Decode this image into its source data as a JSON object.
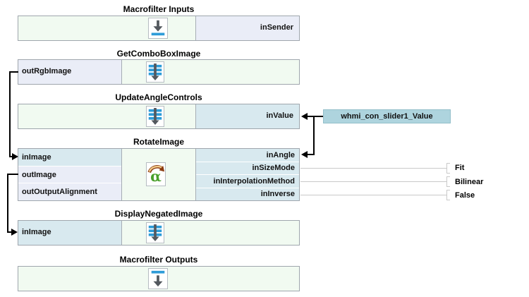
{
  "diagram": {
    "blocks": [
      {
        "title": "Macrofilter Inputs",
        "icon": "macrofilter-input-icon",
        "ports_right": [
          {
            "label": "inSender"
          }
        ]
      },
      {
        "title": "GetComboBoxImage",
        "icon": "macrofilter-icon",
        "ports_left": [
          {
            "label": "outRgbImage"
          }
        ]
      },
      {
        "title": "UpdateAngleControls",
        "icon": "macrofilter-icon",
        "ports_right": [
          {
            "label": "inValue"
          }
        ]
      },
      {
        "title": "RotateImage",
        "icon": "rotate-image-icon",
        "ports_left": [
          {
            "label": "inImage"
          },
          {
            "label": "outImage"
          },
          {
            "label": "outOutputAlignment"
          }
        ],
        "ports_right": [
          {
            "label": "inAngle"
          },
          {
            "label": "inSizeMode"
          },
          {
            "label": "inInterpolationMethod"
          },
          {
            "label": "inInverse"
          }
        ]
      },
      {
        "title": "DisplayNegatedImage",
        "icon": "macrofilter-icon",
        "ports_left": [
          {
            "label": "inImage"
          }
        ]
      },
      {
        "title": "Macrofilter Outputs",
        "icon": "macrofilter-output-icon"
      }
    ],
    "external_label": {
      "text": "whmi_con_slider1_Value"
    },
    "constants": [
      {
        "port": "inSizeMode",
        "value": "Fit"
      },
      {
        "port": "inInterpolationMethod",
        "value": "Bilinear"
      },
      {
        "port": "inInverse",
        "value": "False"
      }
    ],
    "colors": {
      "input_port_bg": "#d8e9ef",
      "output_port_bg": "#eaedf7",
      "block_body_bg": "#f1faf1",
      "block_border": "#9fa6ad",
      "external_label_bg": "#aed4de",
      "icon_blue": "#2e9cd8",
      "icon_gray": "#53585e",
      "connector": "#000000",
      "constant_line": "#c9c9c9"
    }
  }
}
